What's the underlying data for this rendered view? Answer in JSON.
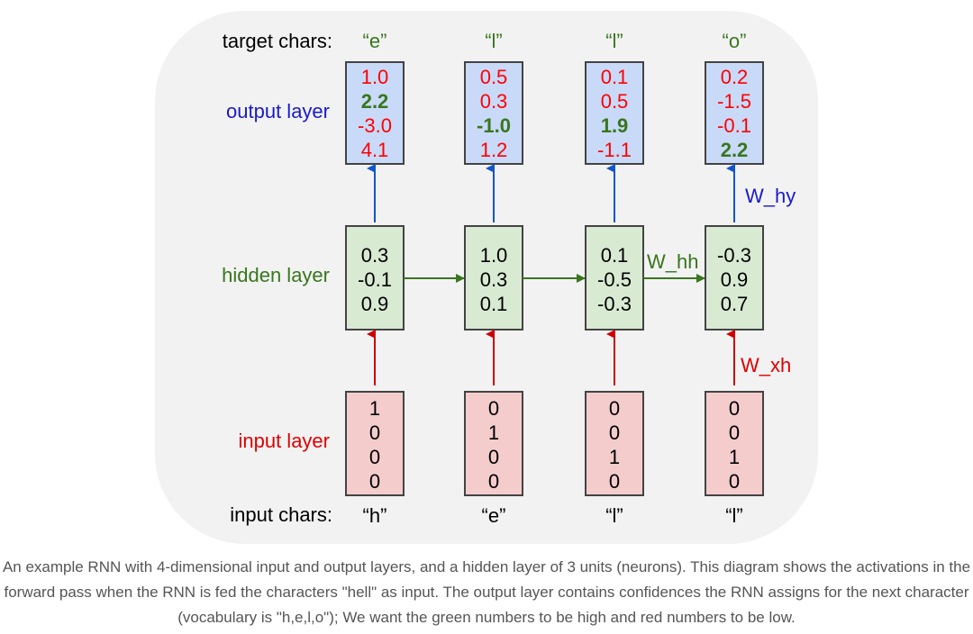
{
  "labels": {
    "target_chars": "target chars:",
    "output_layer": "output layer",
    "hidden_layer": "hidden layer",
    "input_layer": "input layer",
    "input_chars": "input chars:",
    "w_hy": "W_hy",
    "w_hh": "W_hh",
    "w_xh": "W_xh"
  },
  "colors": {
    "good": "#38761d",
    "bad": "#ff0000",
    "output_label": "#1a1acc",
    "hidden_label": "#38761d",
    "input_label": "#e00000",
    "arrow_out": "#1155cc",
    "arrow_hid": "#38761d",
    "arrow_in": "#cc0000"
  },
  "timesteps": [
    {
      "target_char": "“e”",
      "input_char": "“h”",
      "output": [
        {
          "v": "1.0",
          "good": false
        },
        {
          "v": "2.2",
          "good": true
        },
        {
          "v": "-3.0",
          "good": false
        },
        {
          "v": "4.1",
          "good": false
        }
      ],
      "hidden": [
        "0.3",
        "-0.1",
        "0.9"
      ],
      "input": [
        "1",
        "0",
        "0",
        "0"
      ]
    },
    {
      "target_char": "“l”",
      "input_char": "“e”",
      "output": [
        {
          "v": "0.5",
          "good": false
        },
        {
          "v": "0.3",
          "good": false
        },
        {
          "v": "-1.0",
          "good": true
        },
        {
          "v": "1.2",
          "good": false
        }
      ],
      "hidden": [
        "1.0",
        "0.3",
        "0.1"
      ],
      "input": [
        "0",
        "1",
        "0",
        "0"
      ]
    },
    {
      "target_char": "“l”",
      "input_char": "“l”",
      "output": [
        {
          "v": "0.1",
          "good": false
        },
        {
          "v": "0.5",
          "good": false
        },
        {
          "v": "1.9",
          "good": true
        },
        {
          "v": "-1.1",
          "good": false
        }
      ],
      "hidden": [
        "0.1",
        "-0.5",
        "-0.3"
      ],
      "input": [
        "0",
        "0",
        "1",
        "0"
      ]
    },
    {
      "target_char": "“o”",
      "input_char": "“l”",
      "output": [
        {
          "v": "0.2",
          "good": false
        },
        {
          "v": "-1.5",
          "good": false
        },
        {
          "v": "-0.1",
          "good": false
        },
        {
          "v": "2.2",
          "good": true
        }
      ],
      "hidden": [
        "-0.3",
        "0.9",
        "0.7"
      ],
      "input": [
        "0",
        "0",
        "1",
        "0"
      ]
    }
  ],
  "caption": "An example RNN with 4-dimensional input and output layers, and a hidden layer of 3 units (neurons). This diagram shows the activations in the forward pass when the RNN is fed the characters \"hell\" as input. The output layer contains confidences the RNN assigns for the next character (vocabulary is \"h,e,l,o\"); We want the green numbers to be high and red numbers to be low."
}
